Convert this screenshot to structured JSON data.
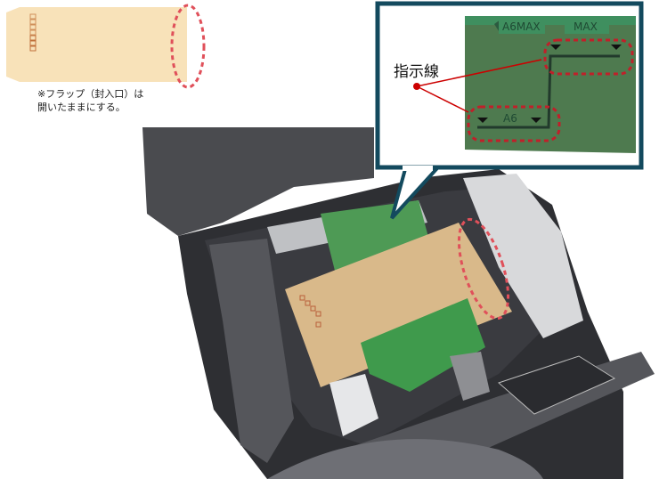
{
  "envelope_note": {
    "line1": "※フラップ（封入口）は",
    "line2": "開いたままにする。"
  },
  "callout": {
    "indicator_label": "指示線",
    "marks": {
      "a6max": "A6MAX",
      "max": "MAX",
      "a6": "A6"
    }
  },
  "colors": {
    "envelope": "#f8e2b9",
    "highlight": "#e0505a",
    "callout_border": "#134a5e",
    "guide_green": "#4e7a4f"
  }
}
